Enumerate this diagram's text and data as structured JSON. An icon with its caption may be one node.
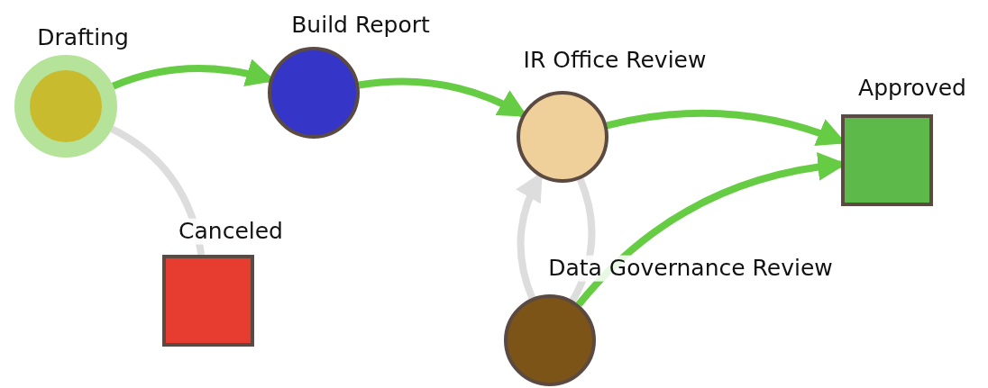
{
  "diagram": {
    "nodes": [
      {
        "text": [
          "Drafting"
        ]
      },
      {
        "text": [
          "Build Report"
        ]
      },
      {
        "text": [
          "IR Office Review"
        ]
      },
      {
        "text": [
          "Approved"
        ]
      },
      {
        "text": [
          "Canceled"
        ]
      },
      {
        "text": [
          "Data Governance Review"
        ]
      }
    ],
    "edges": [
      {
        "from": 0,
        "to": 1,
        "arrow": "to"
      },
      {
        "from": 1,
        "to": 2,
        "arrow": "to"
      },
      {
        "from": 2,
        "to": 3,
        "arrow": "to"
      },
      {
        "from": 5,
        "to": 3,
        "arrow": "to"
      },
      {
        "from": 0,
        "to": 4,
        "arrow": "none",
        "color": "#dddddd"
      },
      {
        "from": 5,
        "to": 2,
        "arrow": "to",
        "color": "#dddddd"
      },
      {
        "from": 2,
        "to": 5,
        "arrow": "none",
        "color": "#dddddd"
      }
    ]
  }
}
